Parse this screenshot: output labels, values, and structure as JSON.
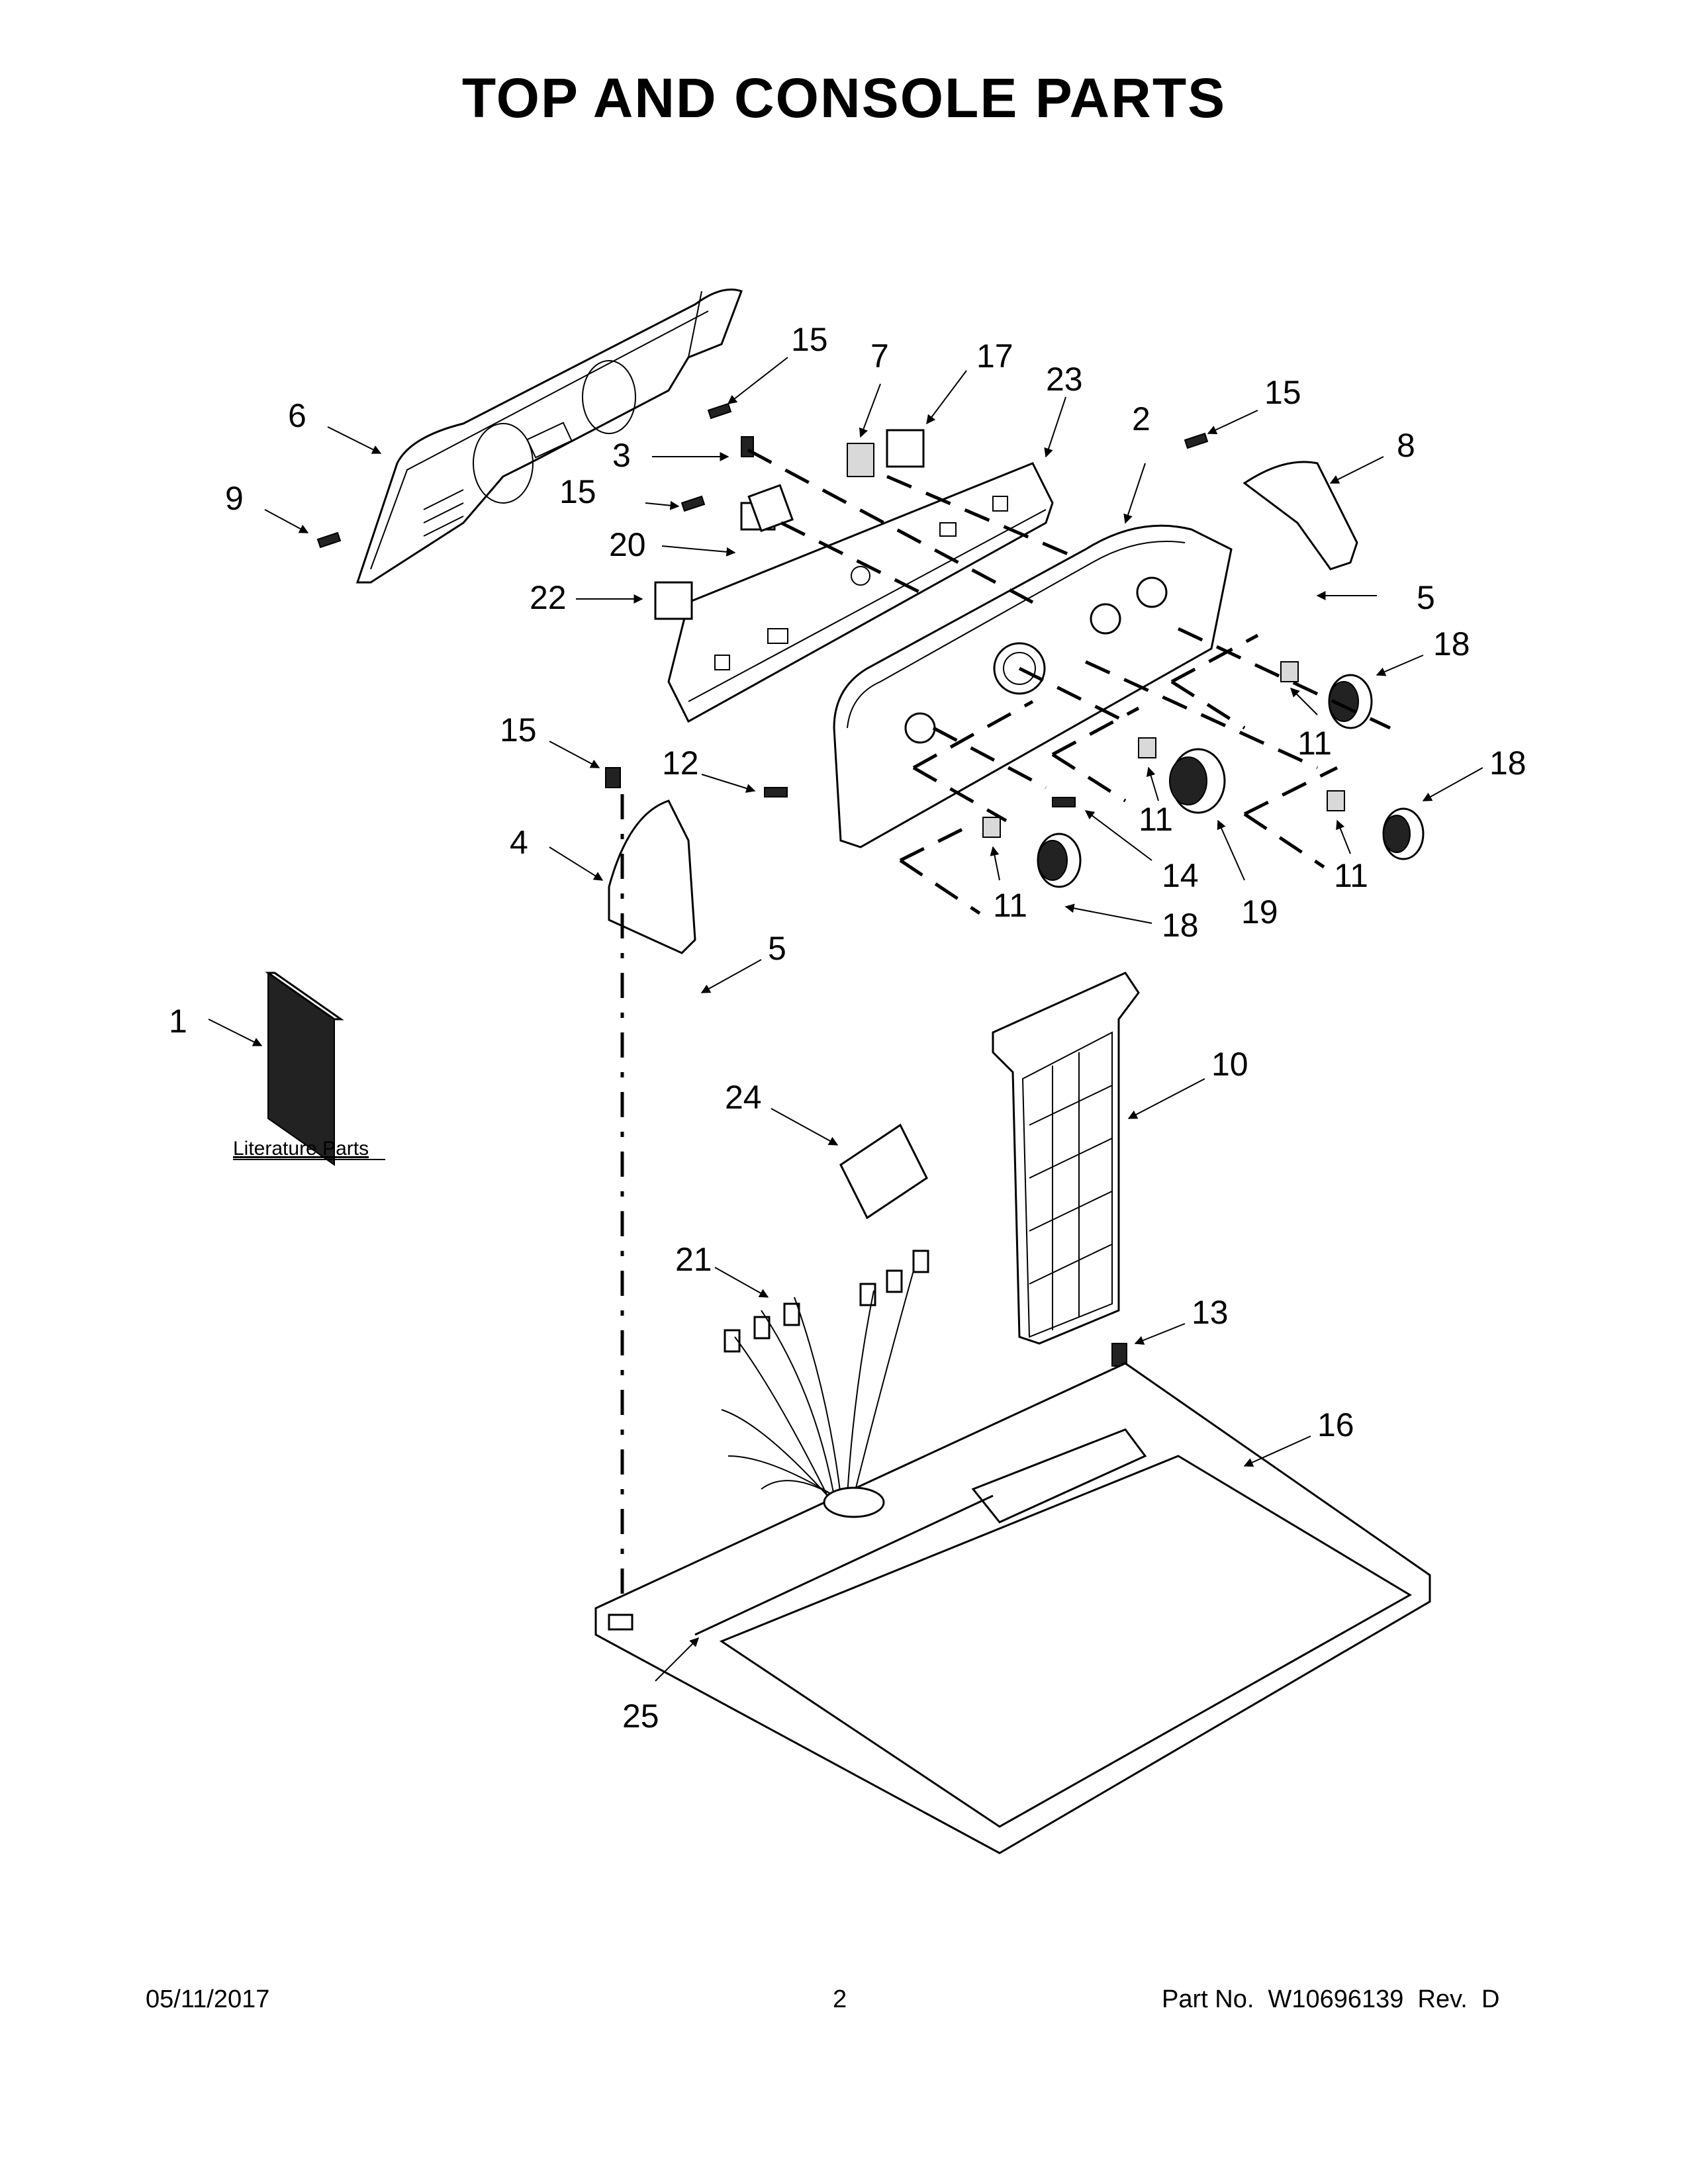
{
  "title": "TOP AND CONSOLE PARTS",
  "callouts": [
    "1",
    "2",
    "3",
    "4",
    "5",
    "5",
    "6",
    "7",
    "8",
    "9",
    "10",
    "11",
    "11",
    "11",
    "11",
    "12",
    "13",
    "14",
    "15",
    "15",
    "15",
    "15",
    "16",
    "17",
    "18",
    "18",
    "18",
    "19",
    "20",
    "21",
    "22",
    "23",
    "24",
    "25"
  ],
  "literature_label": "Literature Parts",
  "footer": {
    "date": "05/11/2017",
    "page": "2",
    "part_no": "Part No.  W10696139  Rev.  D"
  }
}
